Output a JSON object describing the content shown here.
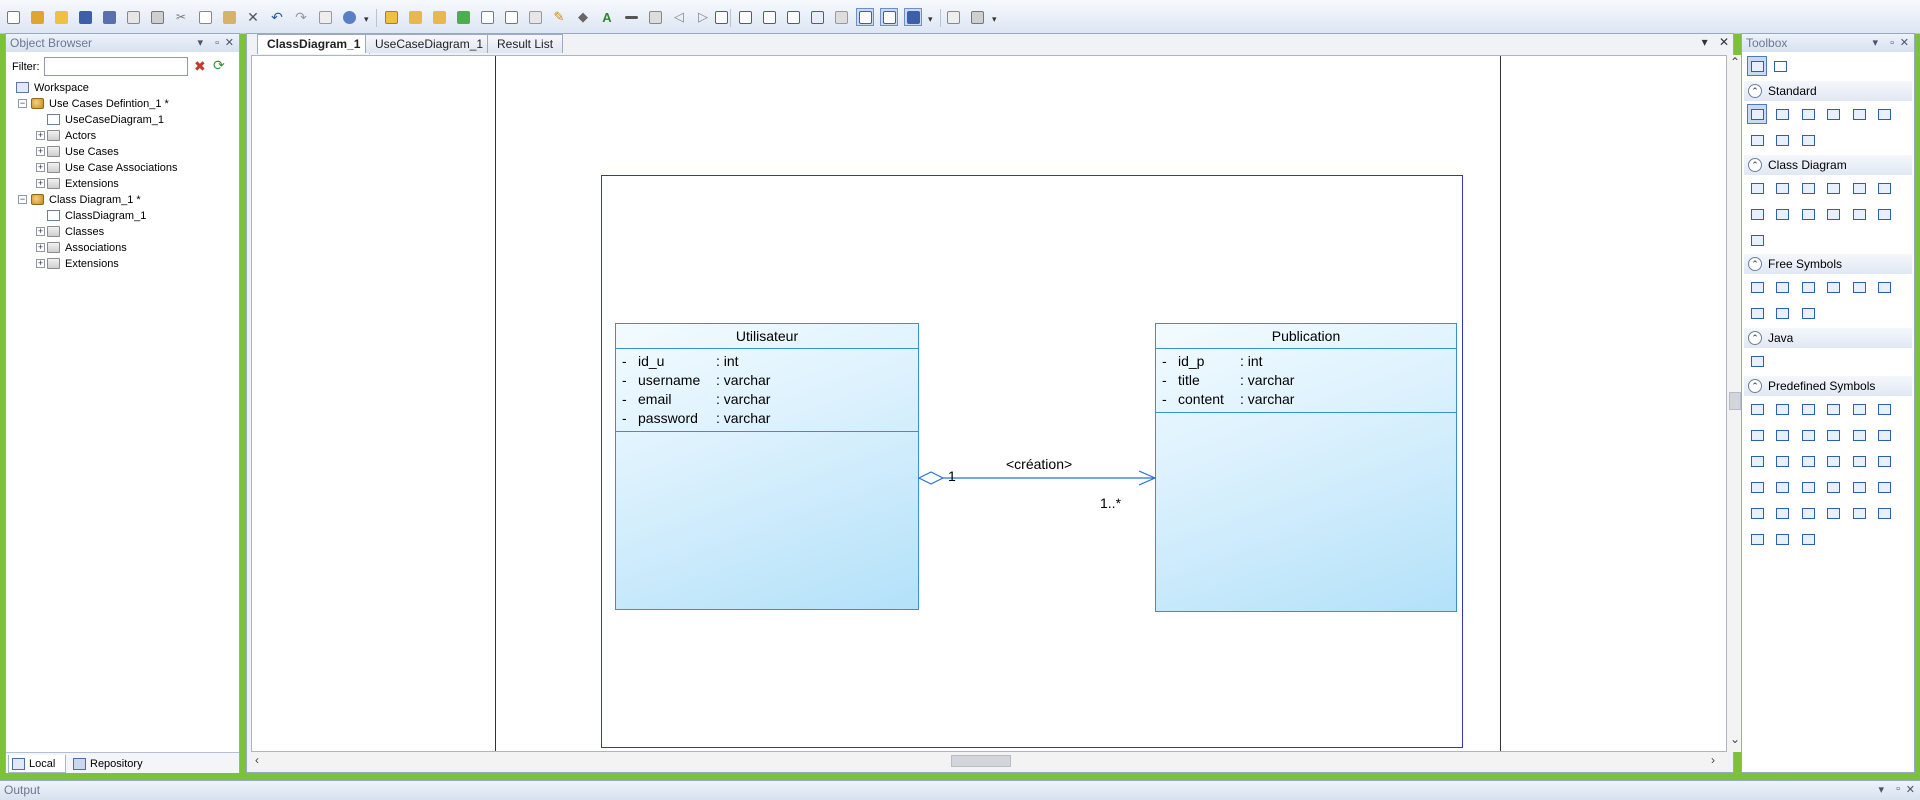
{
  "object_browser": {
    "title": "Object Browser",
    "filter_label": "Filter:",
    "filter_value": "",
    "tree": [
      {
        "label": "Workspace",
        "level": 0,
        "icon": "workspace-icon",
        "expander": ""
      },
      {
        "label": "Use Cases Defintion_1 *",
        "level": 1,
        "icon": "model-icon",
        "expander": "−"
      },
      {
        "label": "UseCaseDiagram_1",
        "level": 2,
        "icon": "diagram-icon",
        "expander": ""
      },
      {
        "label": "Actors",
        "level": 2,
        "icon": "folder-icon",
        "expander": "+"
      },
      {
        "label": "Use Cases",
        "level": 2,
        "icon": "folder-icon",
        "expander": "+"
      },
      {
        "label": "Use Case Associations",
        "level": 2,
        "icon": "folder-icon",
        "expander": "+"
      },
      {
        "label": "Extensions",
        "level": 2,
        "icon": "folder-icon",
        "expander": "+"
      },
      {
        "label": "Class Diagram_1 *",
        "level": 1,
        "icon": "model-icon",
        "expander": "−"
      },
      {
        "label": "ClassDiagram_1",
        "level": 2,
        "icon": "diagram-icon",
        "expander": ""
      },
      {
        "label": "Classes",
        "level": 2,
        "icon": "folder-icon",
        "expander": "+"
      },
      {
        "label": "Associations",
        "level": 2,
        "icon": "folder-icon",
        "expander": "+"
      },
      {
        "label": "Extensions",
        "level": 2,
        "icon": "folder-icon",
        "expander": "+"
      }
    ],
    "bottom_tabs": [
      "Local",
      "Repository"
    ]
  },
  "document": {
    "tabs": [
      "ClassDiagram_1",
      "UseCaseDiagram_1",
      "Result List"
    ],
    "active_tab": 0
  },
  "diagram": {
    "classes": [
      {
        "name": "Utilisateur",
        "attributes": [
          {
            "vis": "-",
            "name": "id_u",
            "type": ": int"
          },
          {
            "vis": "-",
            "name": "username",
            "type": ": varchar"
          },
          {
            "vis": "-",
            "name": "email",
            "type": ": varchar"
          },
          {
            "vis": "-",
            "name": "password",
            "type": ": varchar"
          }
        ]
      },
      {
        "name": "Publication",
        "attributes": [
          {
            "vis": "-",
            "name": "id_p",
            "type": ": int"
          },
          {
            "vis": "-",
            "name": "title",
            "type": ": varchar"
          },
          {
            "vis": "-",
            "name": "content",
            "type": ": varchar"
          }
        ]
      }
    ],
    "association": {
      "name": "<création>",
      "source_multiplicity": "1",
      "target_multiplicity": "1..*"
    }
  },
  "toolbox": {
    "title": "Toolbox",
    "sections": [
      "Standard",
      "Class Diagram",
      "Free Symbols",
      "Java",
      "Predefined Symbols"
    ]
  },
  "output": {
    "title": "Output"
  },
  "colors": {
    "class_border": "#3a8fd6",
    "frame_border": "#3333cc",
    "window_background": "#7bc23a"
  }
}
